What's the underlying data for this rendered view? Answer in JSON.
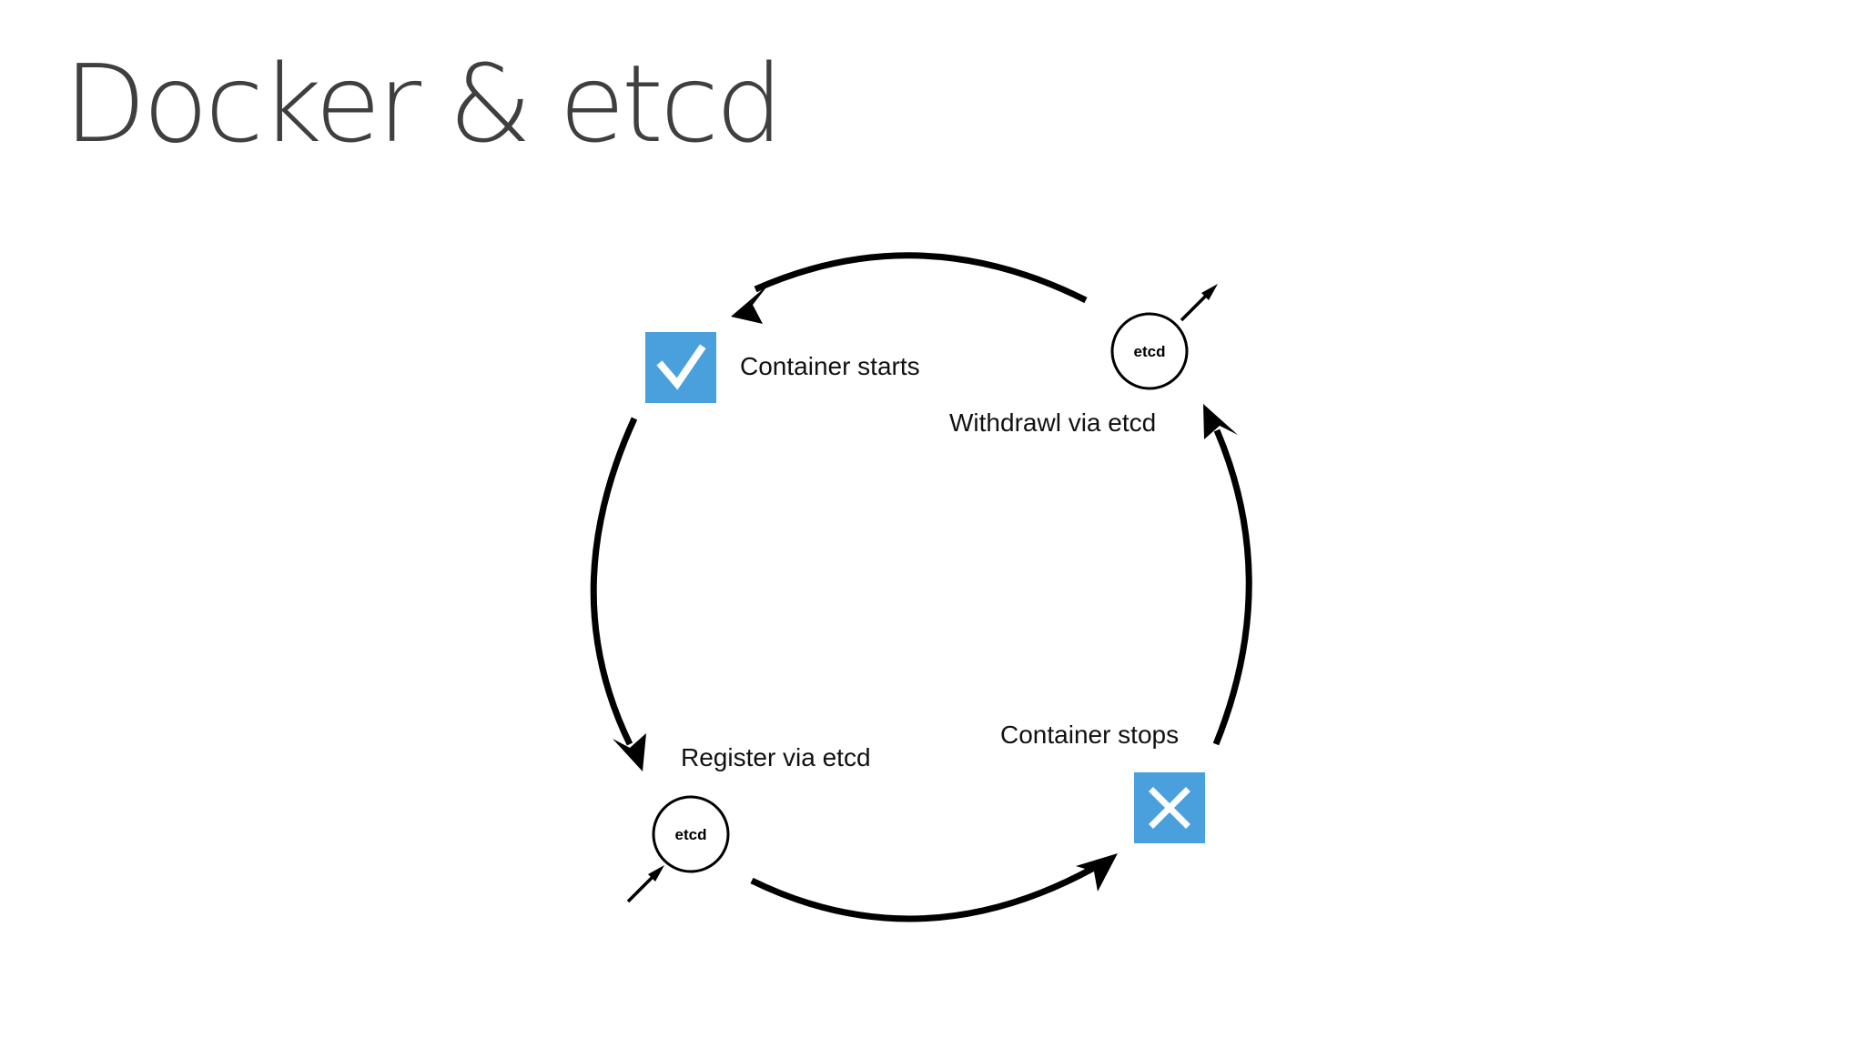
{
  "slide": {
    "title": "Docker & etcd"
  },
  "diagram": {
    "steps": {
      "container_starts": "Container starts",
      "register_via_etcd": "Register via etcd",
      "container_stops": "Container stops",
      "withdrawal_via_etcd": "Withdrawl via etcd"
    },
    "etcd_label": "etcd",
    "accent_color": "#4aa0dc",
    "icons": {
      "start": "checkmark-icon",
      "stop": "x-mark-icon",
      "node": "etcd-circle-icon",
      "flow": "arrow-icon"
    }
  }
}
